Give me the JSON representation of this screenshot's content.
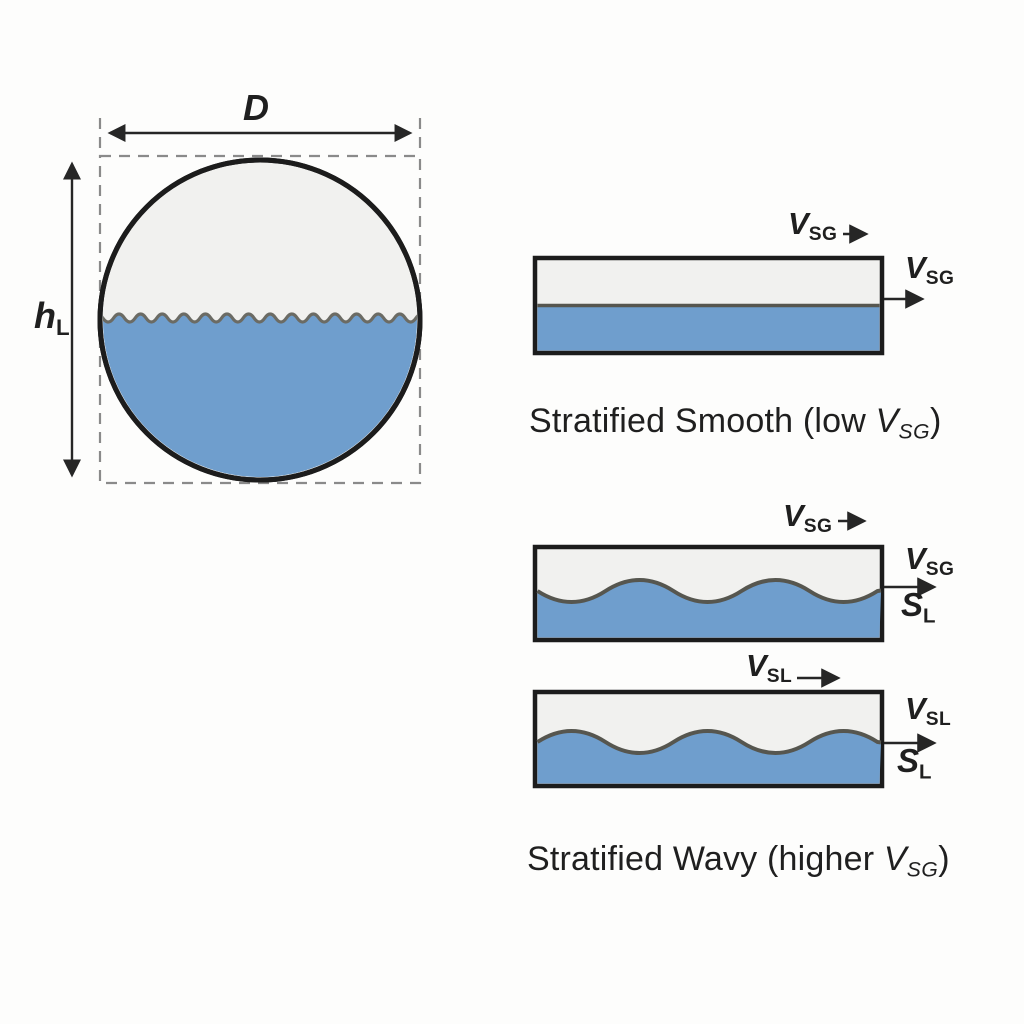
{
  "colors": {
    "liquid_blue": "#6f9ecd",
    "gas_gray": "#f1f1ef",
    "outline_black": "#1c1c1c",
    "interface_gray": "#56564f",
    "dashed_gray": "#8a8a8a",
    "text": "#1f1f1f",
    "background": "#fdfdfc"
  },
  "pipe_cross_section": {
    "diameter_label": "D",
    "liquid_height_label": "h",
    "liquid_height_sub": "L"
  },
  "stratified_smooth": {
    "gas_velocity": "V",
    "gas_velocity_sub": "SG",
    "right_velocity": "V",
    "right_velocity_sub": "SG",
    "caption_prefix": "Stratified Smooth (low ",
    "caption_symbol": "V",
    "caption_symbol_sub": "SG",
    "caption_suffix": ")"
  },
  "stratified_wavy": {
    "gas_velocity": "V",
    "gas_velocity_sub": "SG",
    "right1_velocity": "V",
    "right1_velocity_sub": "SG",
    "right1_perimeter": "S",
    "right1_perimeter_sub": "L",
    "liquid_velocity": "V",
    "liquid_velocity_sub": "SL",
    "right2_velocity": "V",
    "right2_velocity_sub": "SL",
    "right2_perimeter": "S",
    "right2_perimeter_sub": "L",
    "caption_prefix": "Stratified Wavy (higher ",
    "caption_symbol": "V",
    "caption_symbol_sub": "SG",
    "caption_suffix": ")"
  }
}
